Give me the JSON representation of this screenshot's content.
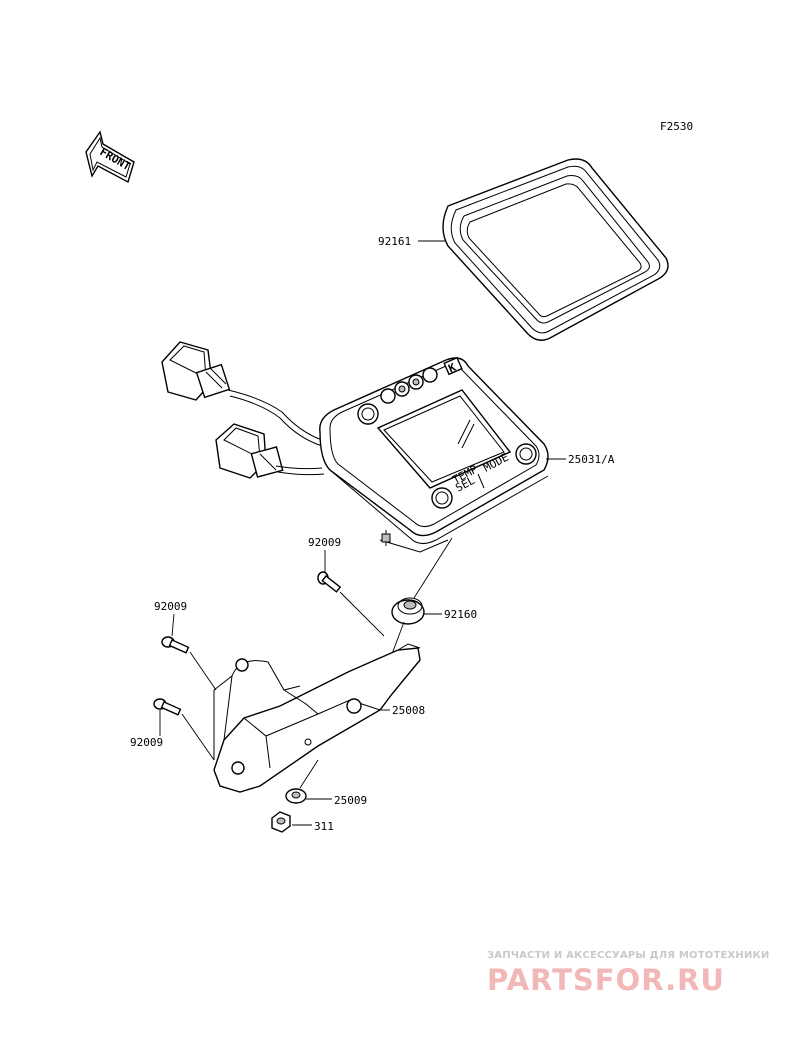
{
  "diagram_code": "F2530",
  "front_arrow_label": "FRONT",
  "parts": {
    "bezel": "92161",
    "meter": "25031/A",
    "screw_top": "92009",
    "grommet": "92160",
    "screw_left_top": "92009",
    "bracket": "25008",
    "screw_left_bottom": "92009",
    "washer": "25009",
    "nut": "311"
  },
  "meter_panel": {
    "brand_letter": "K",
    "btn_temp": "TEMP",
    "btn_sel": "SEL",
    "btn_mode": "MODE"
  },
  "watermark": {
    "tagline": "ЗАПЧАСТИ И АКСЕССУАРЫ ДЛЯ МОТОТЕХНИКИ",
    "logo": "PARTSFOR.RU"
  }
}
